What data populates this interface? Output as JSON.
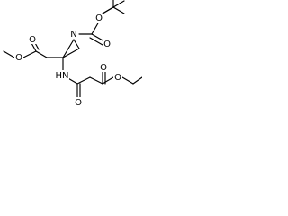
{
  "molecule": {
    "atom_labels": {
      "n_ring": "N",
      "o_boc_ester": "O",
      "o_boc_carbonyl": "O",
      "o_methyl_carbonyl": "O",
      "o_methyl_ester": "O",
      "nh_amide": "HN",
      "o_amide_carbonyl": "O",
      "o_ethyl_carbonyl": "O",
      "o_ethyl_ester": "O"
    }
  }
}
